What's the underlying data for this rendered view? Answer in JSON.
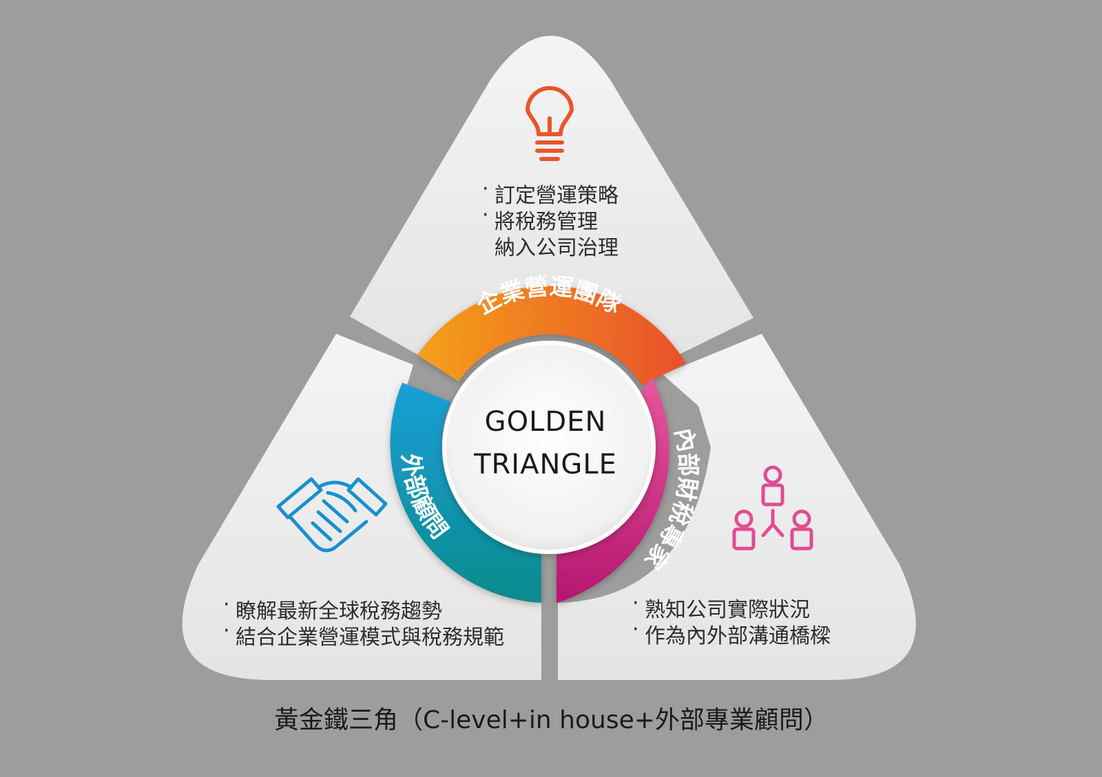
{
  "center": {
    "line1": "GOLDEN",
    "line2": "TRIANGLE"
  },
  "ring": {
    "top": {
      "label": "企業營運團隊",
      "color_start": "#f5a01a",
      "color_end": "#e8512a"
    },
    "right": {
      "label": "內部財稅專家",
      "color_start": "#e9579d",
      "color_end": "#b5166f"
    },
    "left": {
      "label": "外部顧問",
      "color_start": "#1a9fd7",
      "color_end": "#0b8b8d"
    }
  },
  "panels": {
    "top": {
      "icon": "lightbulb-icon",
      "icon_color": "#e8562a",
      "bullet": "·",
      "lines": [
        "訂定營運策略",
        "將稅務管理",
        "納入公司治理"
      ]
    },
    "left": {
      "icon": "handshake-icon",
      "icon_color": "#1a8fd0",
      "bullet": "·",
      "lines": [
        "瞭解最新全球稅務趨勢",
        "結合企業營運模式與稅務規範"
      ]
    },
    "right": {
      "icon": "people-network-icon",
      "icon_color": "#e04c93",
      "bullet": "·",
      "lines": [
        "熟知公司實際狀況",
        "作為內外部溝通橋樑"
      ]
    }
  },
  "caption": "黃金鐵三角（C-level+in house+外部專業顧問）"
}
